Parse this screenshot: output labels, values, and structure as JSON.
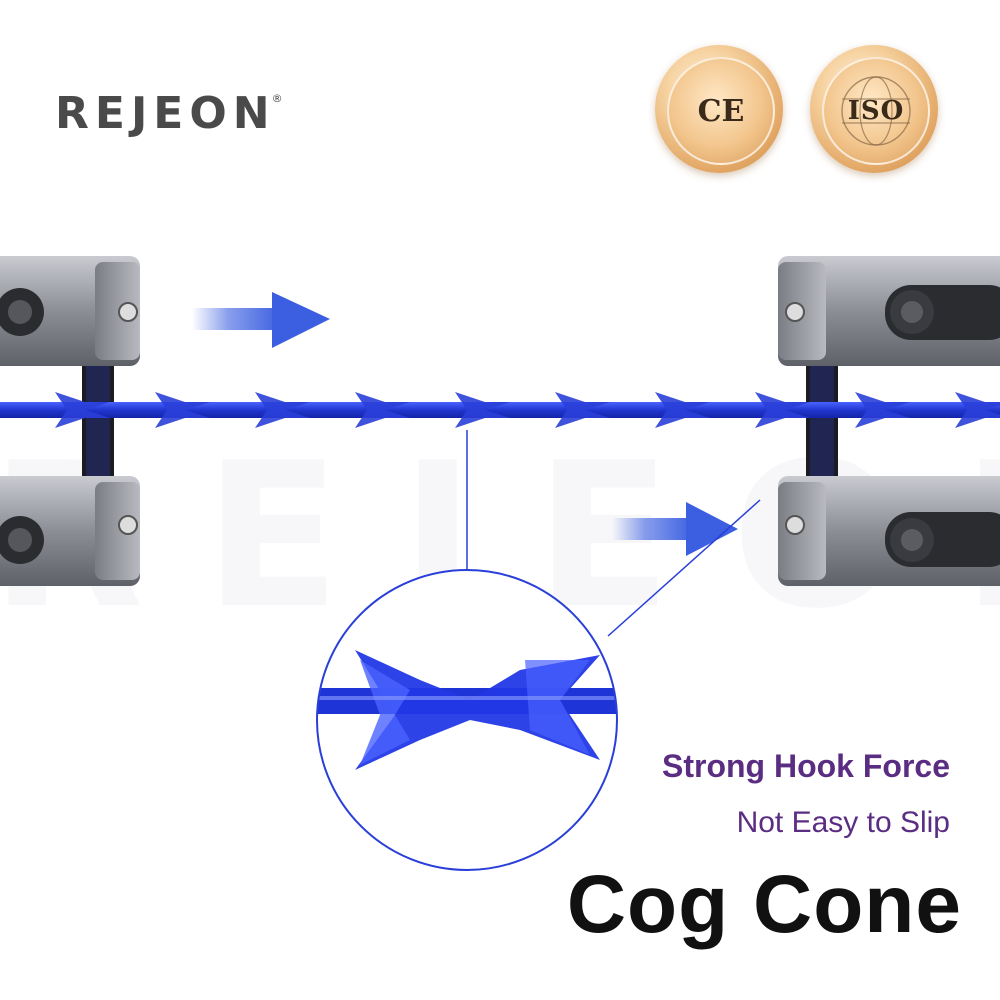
{
  "brand": {
    "name": "REJEON",
    "registered": "®",
    "watermark": "REJEON"
  },
  "certifications": [
    {
      "label": "CE",
      "icon": "ce-certification-badge-icon"
    },
    {
      "label": "ISO",
      "icon": "iso-certification-badge-icon"
    }
  ],
  "feature": {
    "headline": "Strong Hook Force",
    "subline": "Not Easy to Slip"
  },
  "product": {
    "title": "Cog Cone"
  },
  "colors": {
    "thread": "#2a3fd8",
    "arrow": "#3b5fe0",
    "text_purple": "#5a2d82",
    "text_dark": "#111111",
    "logo_gray": "#4a4a4a",
    "clamp_metal": "#9a9ca3"
  },
  "icons": {
    "arrows": [
      "arrow-right-icon",
      "arrow-right-icon"
    ],
    "screws": [
      "hex-screw-icon"
    ]
  }
}
